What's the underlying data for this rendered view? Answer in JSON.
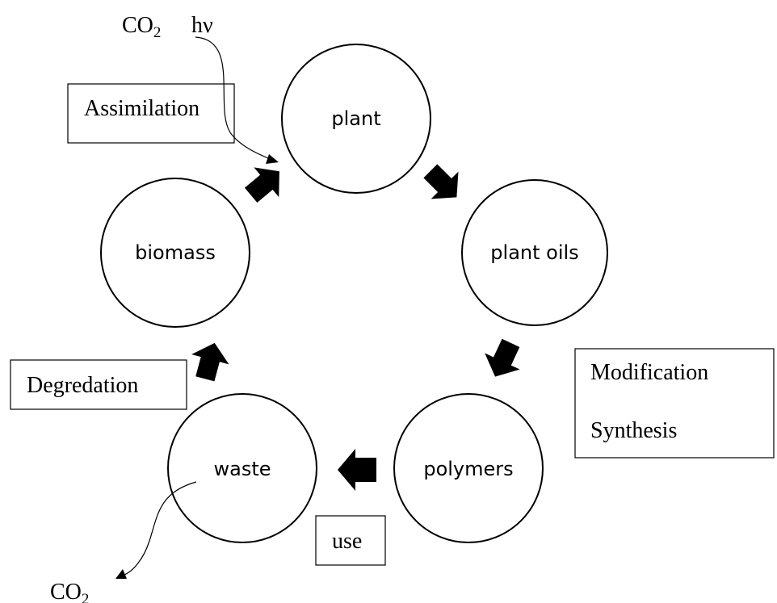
{
  "nodes": {
    "plant": "plant",
    "plant_oils": "plant oils",
    "polymers": "polymers",
    "waste": "waste",
    "biomass": "biomass"
  },
  "boxes": {
    "assimilation": "Assimilation",
    "degredation": "Degredation",
    "use": "use",
    "modification": "Modification",
    "synthesis": "Synthesis"
  },
  "inputs": {
    "co2_main": "CO",
    "co2_sub": "2",
    "light": "hν"
  },
  "outputs": {
    "co2_main": "CO",
    "co2_sub": "2"
  },
  "colors": {
    "stroke": "#000000",
    "fill": "#ffffff"
  }
}
